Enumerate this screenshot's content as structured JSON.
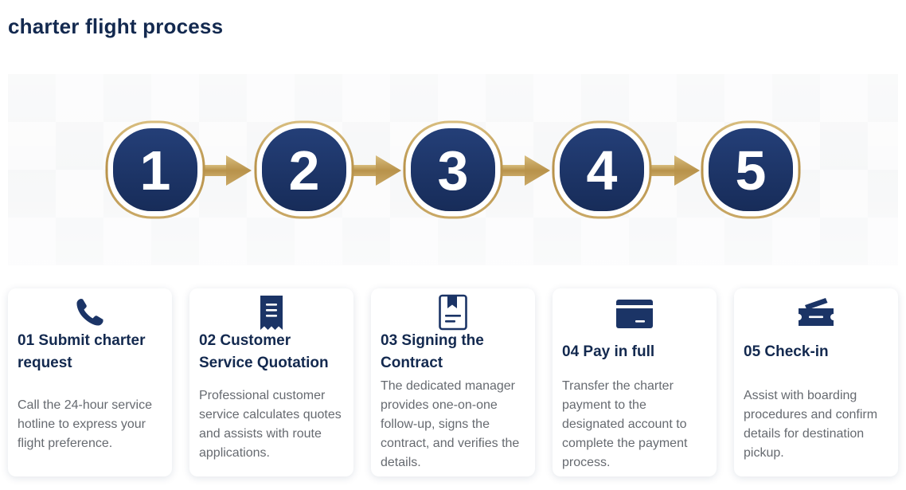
{
  "title": "charter flight process",
  "steps": [
    {
      "number": "1"
    },
    {
      "number": "2"
    },
    {
      "number": "3"
    },
    {
      "number": "4"
    },
    {
      "number": "5"
    }
  ],
  "cards": [
    {
      "icon": "phone-icon",
      "heading": "01 Submit charter request",
      "description": "Call the 24-hour service hotline to express your flight preference."
    },
    {
      "icon": "receipt-icon",
      "heading": "02 Customer Service Quotation",
      "description": "Professional customer service calculates quotes and assists with route applications."
    },
    {
      "icon": "contract-icon",
      "heading": "03 Signing the Contract",
      "description": "The dedicated manager provides one-on-one follow-up, signs the contract, and verifies the details."
    },
    {
      "icon": "credit-card-icon",
      "heading": "04 Pay in full",
      "description": "Transfer the charter payment to the designated account to complete the payment process."
    },
    {
      "icon": "ticket-icon",
      "heading": "05 Check-in",
      "description": "Assist with boarding procedures and confirm details for destination pickup."
    }
  ],
  "colors": {
    "navy": "#1b3466",
    "gold": "#c2a05a",
    "heading": "#13294f",
    "text": "#666a70"
  }
}
